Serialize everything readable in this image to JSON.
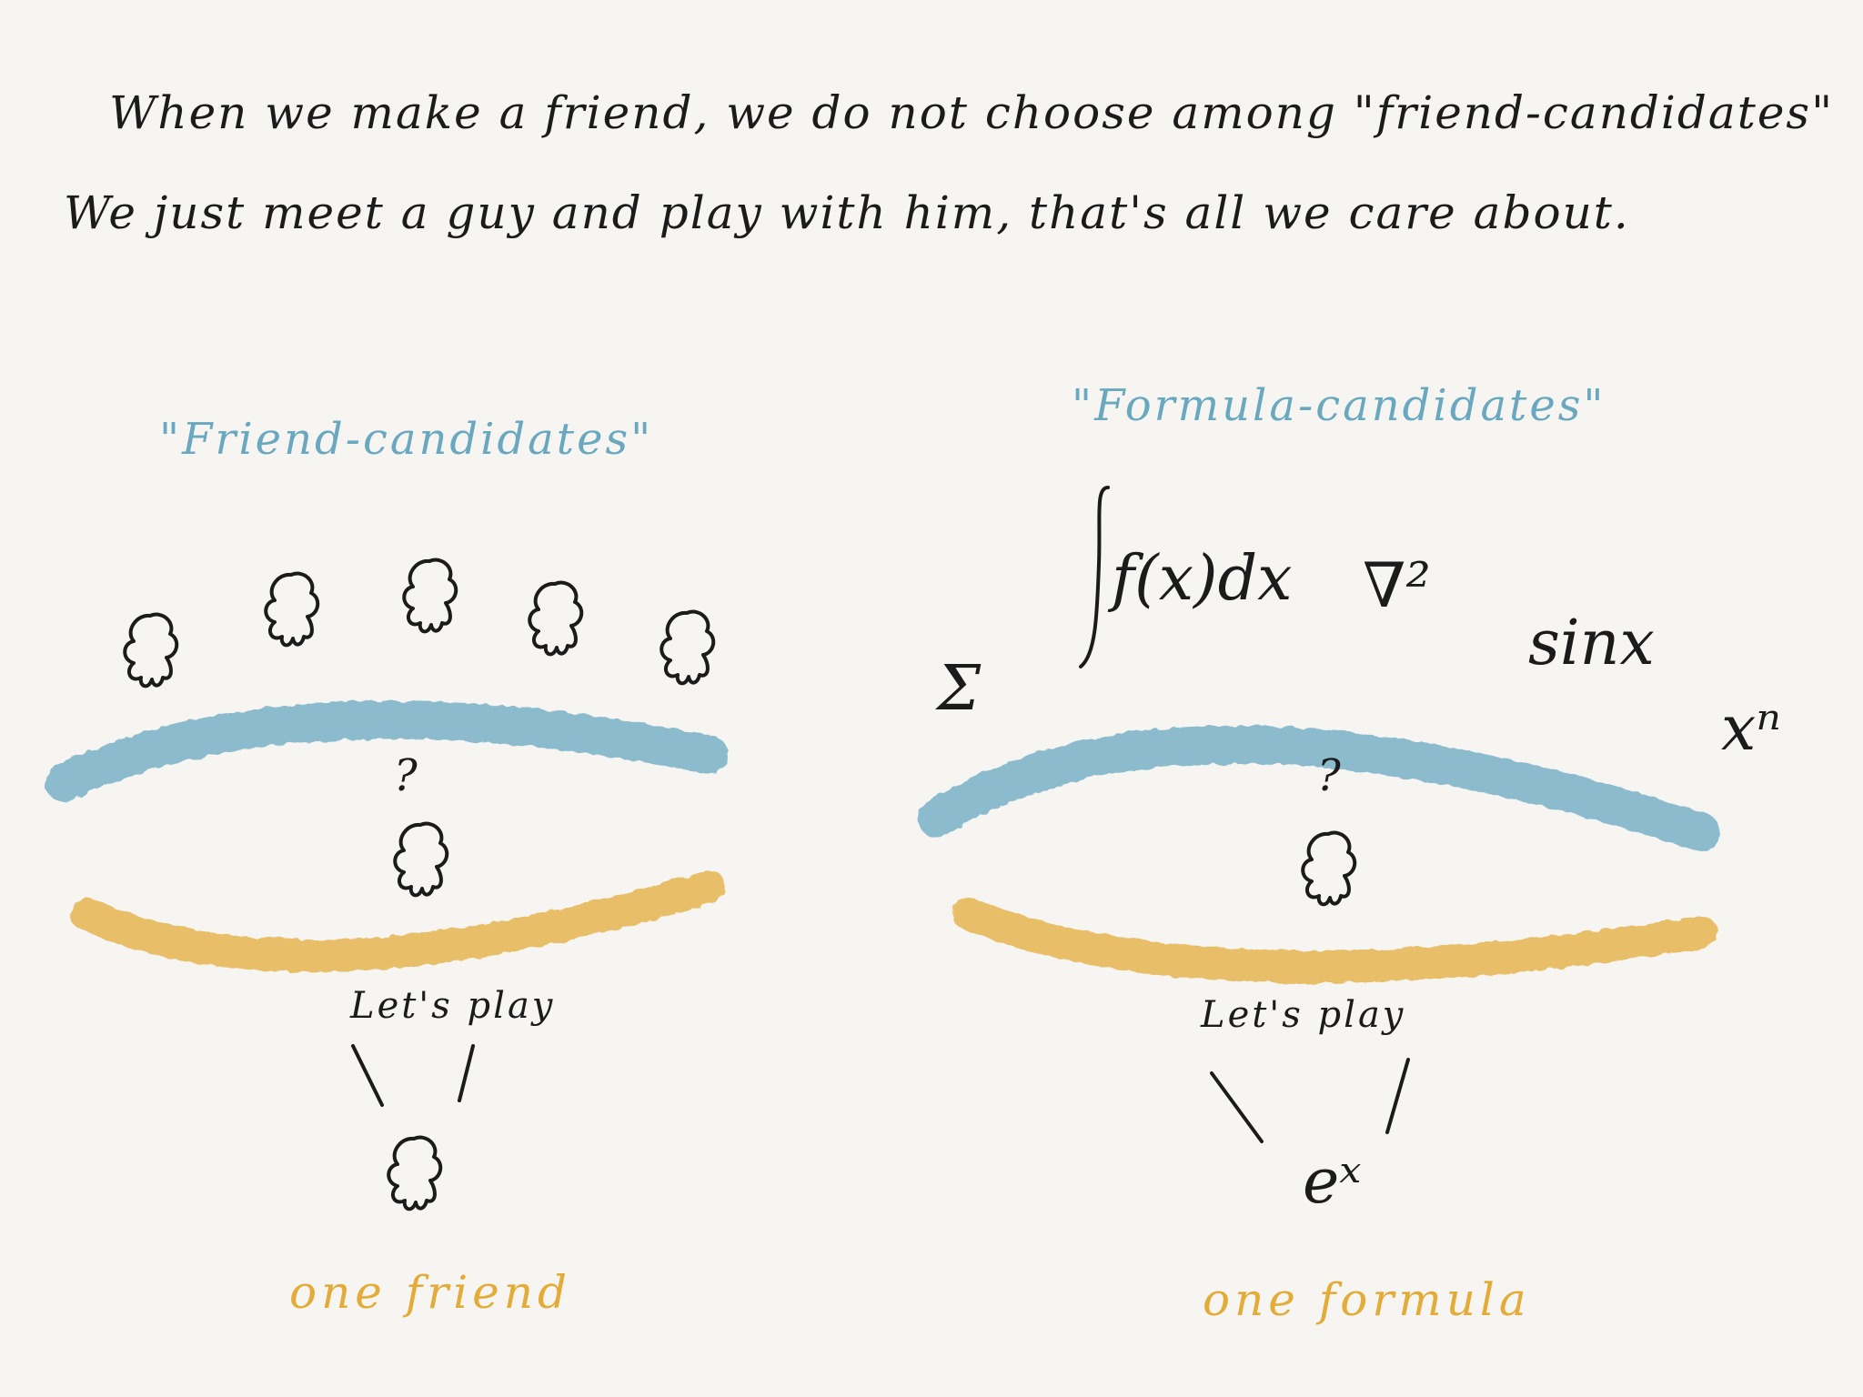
{
  "intro": {
    "line1": "When we make a friend, we do not choose among \"friend-candidates\"",
    "line2": "We just meet a guy and play with him, that's all we care about."
  },
  "left_panel": {
    "title": "\"Friend-candidates\"",
    "question": "?",
    "action": "Let's play",
    "result": "one friend"
  },
  "right_panel": {
    "title": "\"Formula-candidates\"",
    "question": "?",
    "action": "Let's play",
    "result": "one formula",
    "formulas": {
      "integral": "∫ f(x)dx",
      "nabla": "∇²",
      "sine": "sinx",
      "sum": "Σ",
      "power": "xⁿ",
      "exp": "eˣ"
    }
  },
  "colors": {
    "background": "#f6f5f2",
    "ink": "#1b1b1b",
    "blue": "#6aa8c0",
    "yellow": "#e3ac39"
  }
}
